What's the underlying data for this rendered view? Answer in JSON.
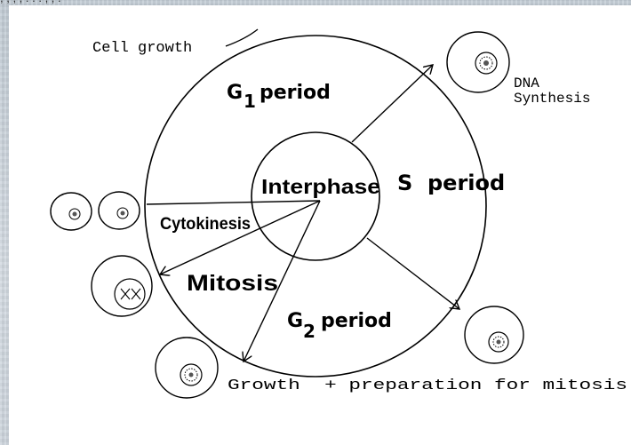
{
  "header_fragment": ", , , , . . . , , .",
  "labels": {
    "cell_growth": "Cell growth",
    "g1_g": "G",
    "g1_sub": "1",
    "g1_period": "period",
    "dna": "DNA",
    "synthesis": "Synthesis",
    "interphase": "Interphase",
    "s_period": "S  period",
    "cytokinesis": "Cytokinesis",
    "mitosis": "Mitosis",
    "g2_g": "G",
    "g2_sub": "2",
    "g2_period": "period",
    "growth_prep": "Growth  + preparation for mitosis"
  }
}
